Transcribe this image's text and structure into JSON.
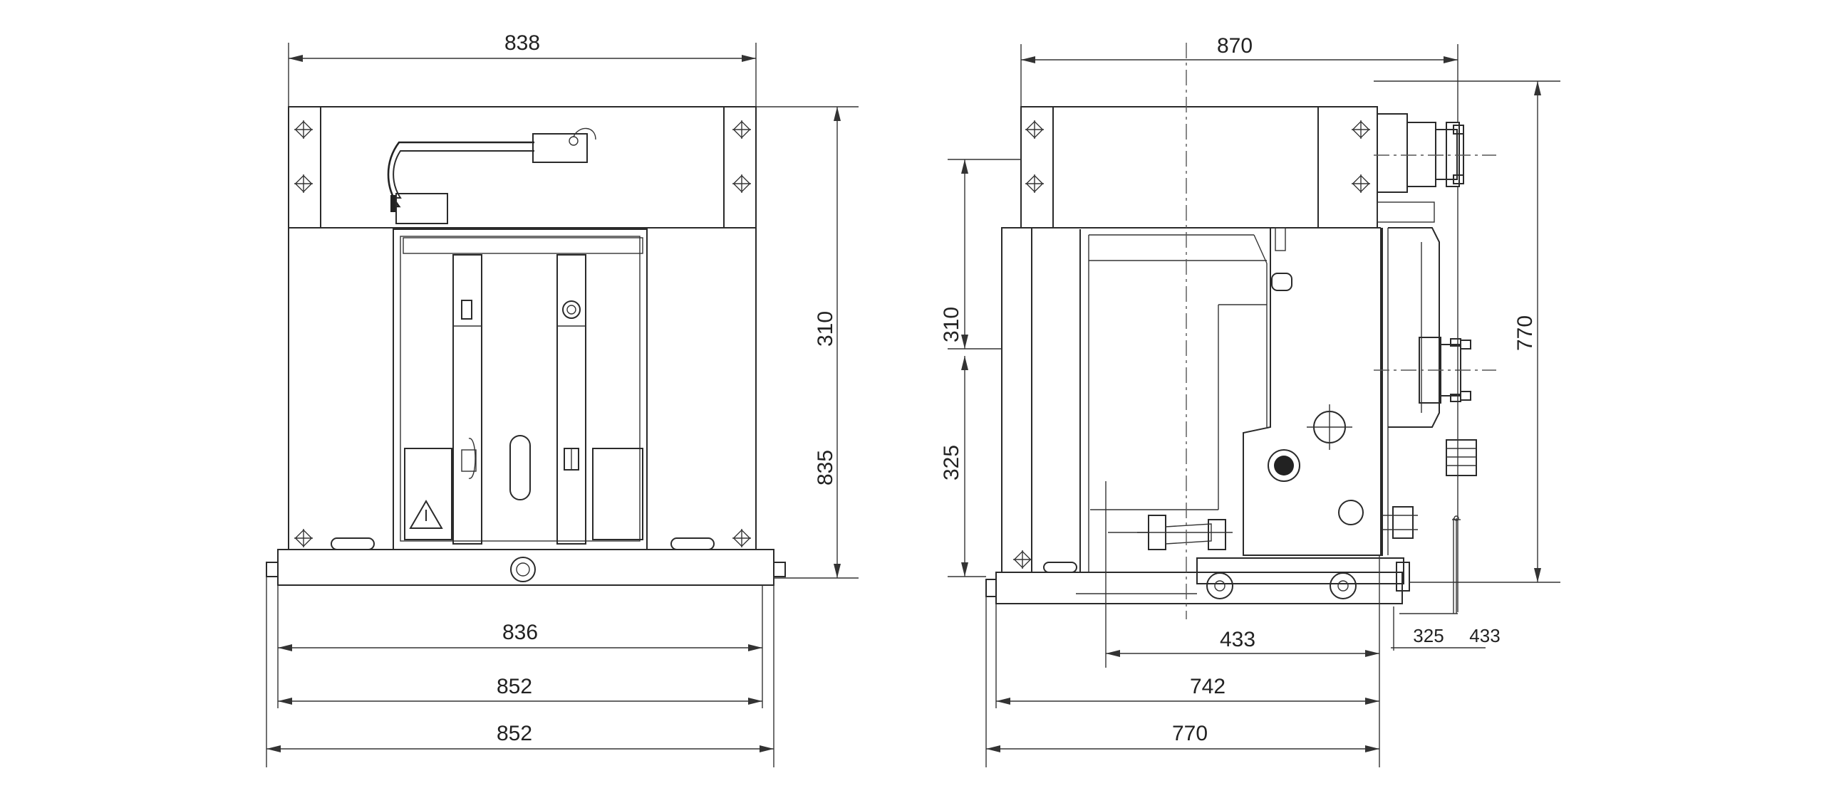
{
  "front_view": {
    "dim_top_width": "838",
    "dim_right_upper": "310",
    "dim_right_lower": "835",
    "dim_bottom_1": "836",
    "dim_bottom_2": "852",
    "dim_bottom_3": "852"
  },
  "side_view": {
    "dim_top_width": "870",
    "dim_left_upper": "310",
    "dim_left_lower": "325",
    "dim_right_height": "770",
    "dim_bottom_433": "433",
    "dim_bottom_742": "742",
    "dim_bottom_770": "770",
    "dim_small_325": "325",
    "dim_small_433": "433"
  },
  "colors": {
    "line": "#2a2a2a",
    "background": "#ffffff"
  }
}
